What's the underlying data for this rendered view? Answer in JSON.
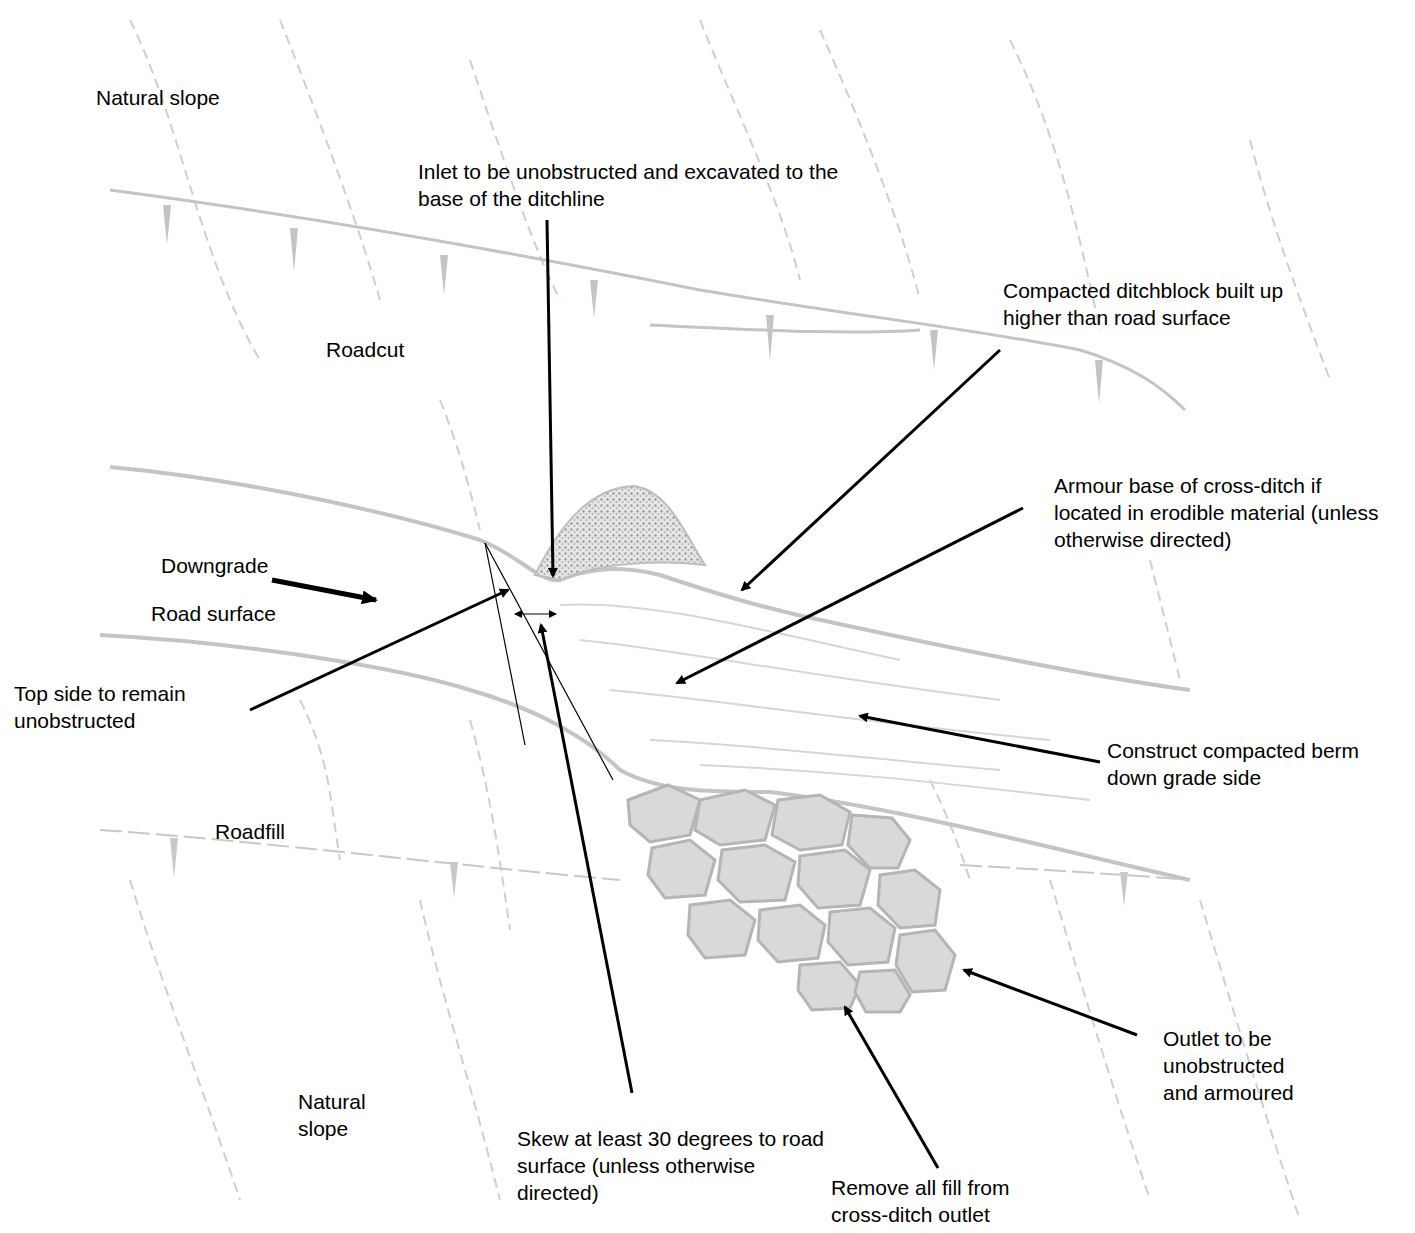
{
  "diagram": {
    "labels": [
      "Natural slope",
      "Inlet to be unobstructed and excavated to the base of the ditchline",
      "Roadcut",
      "Compacted ditchblock built up higher than road surface",
      "Armour base of cross-ditch if located in erodible material (unless otherwise directed)",
      "Downgrade",
      "Road surface",
      "Top side to remain unobstructed",
      "Construct compacted berm down grade side",
      "Roadfill",
      "Outlet to be unobstructed and armoured",
      "Natural slope",
      "Skew at least 30 degrees to road surface (unless otherwise directed)",
      "Remove all fill from cross-ditch outlet"
    ]
  }
}
